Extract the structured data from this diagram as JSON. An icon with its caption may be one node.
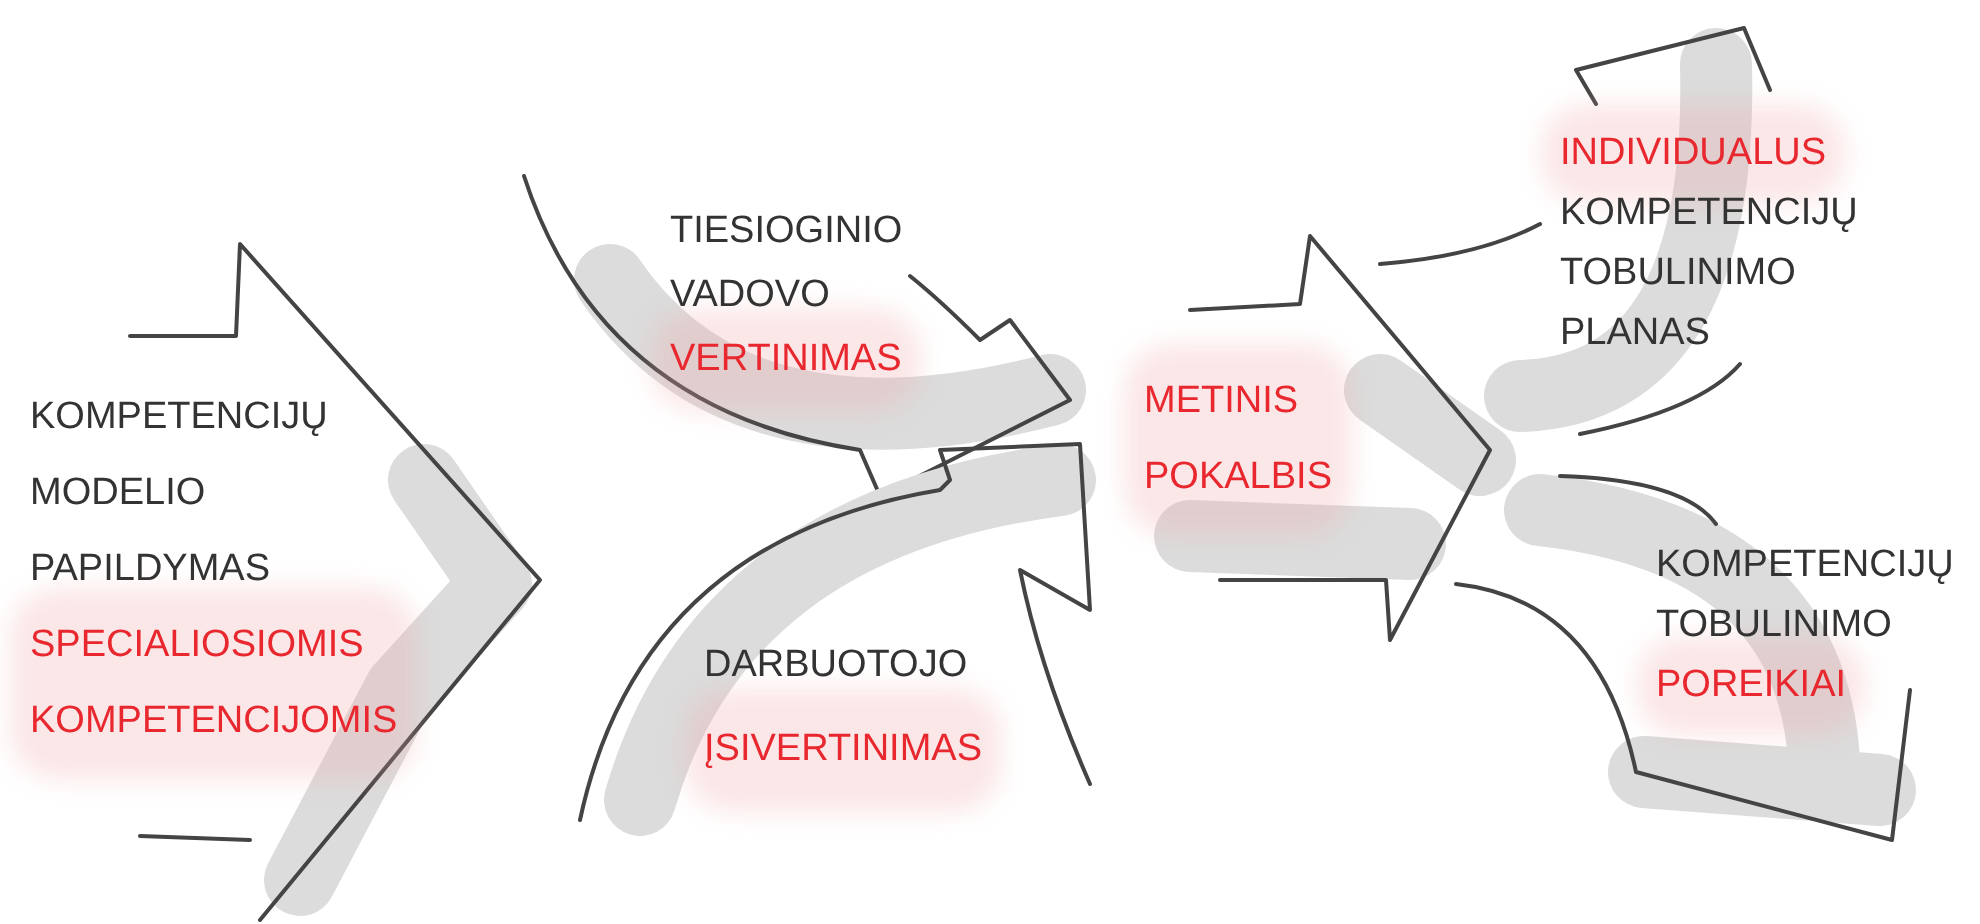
{
  "diagram": {
    "nodes": [
      {
        "text": [
          "KOMPETENCIJŲ MODELIO PAPILDYMAS",
          "SPECIALIOSIOMIS KOMPETENCIJOMIS"
        ]
      },
      {
        "text": [
          "TIESIOGINIO VADOVO",
          "VERTINIMAS"
        ]
      },
      {
        "text": [
          "DARBUOTOJO",
          "ĮSIVERTINIMAS"
        ]
      },
      {
        "text": [
          "METINIS POKALBIS"
        ]
      },
      {
        "text": [
          "INDIVIDUALUS",
          "KOMPETENCIJŲ TOBULINIMO PLANAS"
        ]
      },
      {
        "text": [
          "KOMPETENCIJŲ TOBULINIMO",
          "POREIKIAI"
        ]
      }
    ]
  }
}
